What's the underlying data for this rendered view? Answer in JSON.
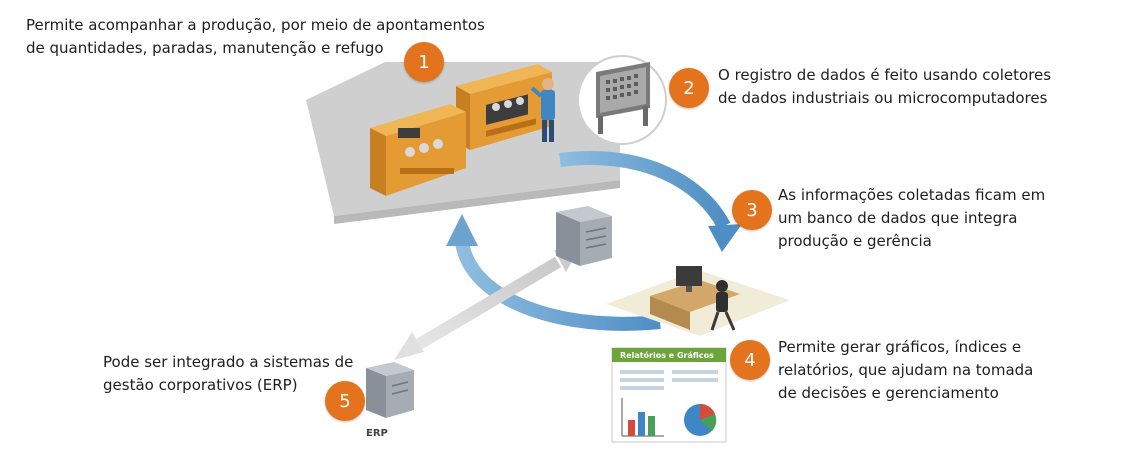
{
  "steps": [
    {
      "number": "1",
      "lines": [
        "Permite acompanhar a produção, por meio de apontamentos",
        "de quantidades, paradas, manutenção  e refugo"
      ]
    },
    {
      "number": "2",
      "lines": [
        "O registro de dados é feito usando coletores",
        "de dados industriais ou microcomputadores"
      ]
    },
    {
      "number": "3",
      "lines": [
        "As informações coletadas ficam em",
        "um banco de dados que integra",
        "produção e gerência"
      ]
    },
    {
      "number": "4",
      "lines": [
        "Permite gerar gráficos, índices e",
        "relatórios, que ajudam na tomada",
        "de decisões e gerenciamento"
      ]
    },
    {
      "number": "5",
      "lines": [
        "Pode ser integrado a sistemas de",
        "gestão corporativos (ERP)"
      ]
    }
  ],
  "report_card": {
    "title": "Relatórios e Gráficos"
  },
  "erp_label": "ERP",
  "colors": {
    "badge": "#e3731c",
    "arrow_blue": "#6fa3cf",
    "arrow_gray": "#d4d4d4",
    "machine_orange": "#e49b33",
    "floor": "#cfcfcf",
    "report_header": "#6ba53a"
  },
  "icons": [
    "industrial-machine-icon",
    "worker-icon",
    "data-collector-icon",
    "server-icon",
    "workstation-icon",
    "report-icon",
    "erp-server-icon"
  ]
}
